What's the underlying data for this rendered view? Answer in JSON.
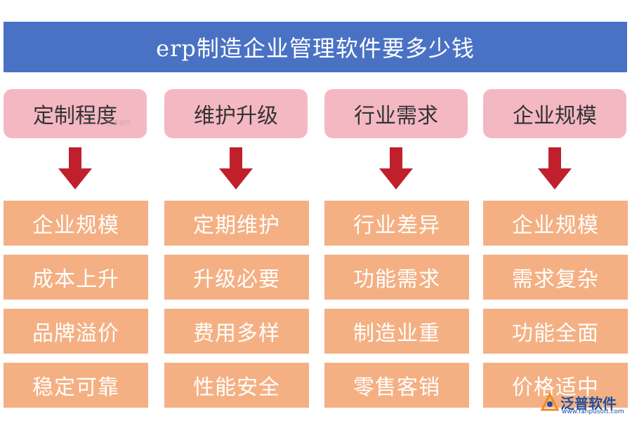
{
  "title": "erp制造企业管理软件要多少钱",
  "columns": [
    {
      "header": "定制程度",
      "items": [
        "企业规模",
        "成本上升",
        "品牌溢价",
        "稳定可靠"
      ]
    },
    {
      "header": "维护升级",
      "items": [
        "定期维护",
        "升级必要",
        "费用多样",
        "性能安全"
      ]
    },
    {
      "header": "行业需求",
      "items": [
        "行业差异",
        "功能需求",
        "制造业重",
        "零售客销"
      ]
    },
    {
      "header": "企业规模",
      "items": [
        "企业规模",
        "需求复杂",
        "功能全面",
        "价格适中"
      ]
    }
  ],
  "watermark": "泛普软件",
  "logo": {
    "name": "泛普软件",
    "url": "www.fanpusoft.com"
  },
  "colors": {
    "title_bg": "#4a72c4",
    "header_bg": "#f4b8c3",
    "item_bg": "#f4b083",
    "arrow": "#c0202c"
  }
}
